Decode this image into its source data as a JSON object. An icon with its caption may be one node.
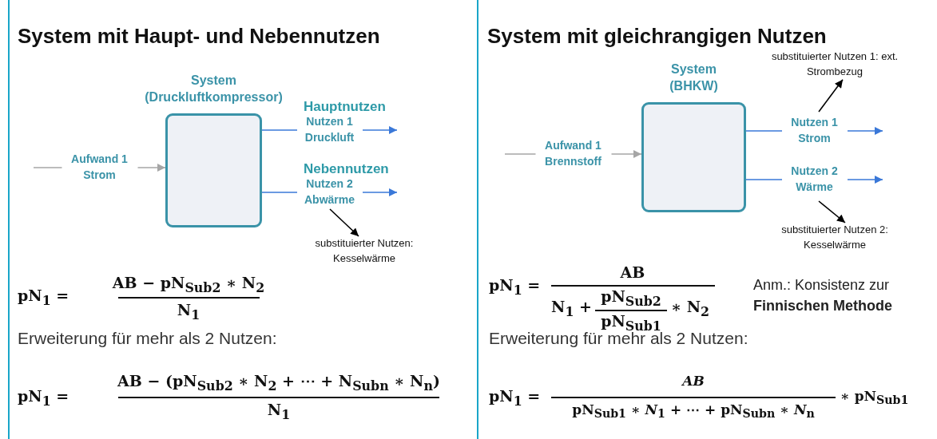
{
  "diagram": {
    "nodes": [
      {
        "text": [
          "System mit Haupt- und Nebennutzen"
        ]
      },
      {
        "text": [
          "System (Druckluftkompressor)"
        ],
        "in": 0
      },
      {
        "text": [
          "substituierter Nutzen: Kesselwärme"
        ],
        "in": 0
      },
      {
        "text": [
          "System mit gleichrangigen Nutzen"
        ]
      },
      {
        "text": [
          "System (BHKW)"
        ],
        "in": 3
      },
      {
        "text": [
          "substituierter Nutzen 1: ext. Strombezug"
        ],
        "in": 3
      },
      {
        "text": [
          "substituierter Nutzen 2: Kesselwärme"
        ],
        "in": 3
      }
    ],
    "edges": [
      {
        "from": null,
        "to": 1,
        "arrow": "to",
        "label": "Aufwand 1 Strom",
        "color": "#a6a6a6"
      },
      {
        "from": 1,
        "to": null,
        "arrow": "to",
        "label": "Nutzen 1 Druckluft"
      },
      {
        "from": 1,
        "to": null,
        "arrow": "to",
        "label": "Nutzen 2 Abwärme"
      },
      {
        "from": null,
        "to": 2,
        "arrow": "to",
        "color": "#000000"
      },
      {
        "from": null,
        "to": 4,
        "arrow": "to",
        "label": "Aufwand 1 Brennstoff",
        "color": "#a6a6a6"
      },
      {
        "from": 4,
        "to": null,
        "arrow": "to",
        "label": "Nutzen 1 Strom"
      },
      {
        "from": 4,
        "to": null,
        "arrow": "to",
        "label": "Nutzen 2 Wärme"
      },
      {
        "from": null,
        "to": 5,
        "arrow": "to",
        "color": "#000000"
      },
      {
        "from": null,
        "to": 6,
        "arrow": "to",
        "color": "#000000"
      }
    ],
    "labels": [
      "Hauptnutzen",
      "Nebennutzen",
      "pN$_{1}$ =",
      "AB − pN$_{Sub2}$ ∗ N$_{2}$",
      "N$_{1}$",
      "Erweiterung für mehr als 2 Nutzen:",
      "pN$_{1}$ =",
      "AB − (pN$_{Sub2}$ ∗ N$_{2}$ + ⋯ + N$_{Subn}$ ∗ N$_{n}$)",
      "N$_{1}$",
      "pN$_{1}$ =",
      "AB",
      "N$_{1}$ +",
      "pN$_{Sub2}$",
      "pN$_{Sub1}$",
      "∗ N$_{2}$",
      "Anm.: Konsistenz zur **Finnischen Methode**",
      "Erweiterung für mehr als 2 Nutzen:",
      "pN$_{1}$ =",
      "AB",
      "pN$_{Sub1}$ ∗ *N*$_{1}$ + ⋯ + pN$_{Subn}$ ∗ *N*$_{n}$",
      "∗ pN$_{Sub1}$"
    ]
  }
}
